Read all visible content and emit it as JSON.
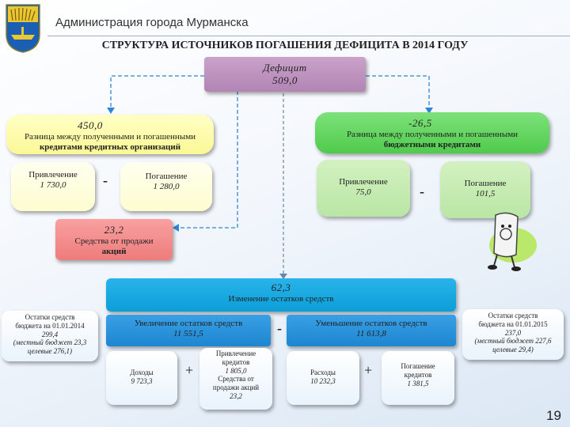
{
  "header": {
    "org": "Администрация города Мурманска"
  },
  "title": "СТРУКТУРА ИСТОЧНИКОВ ПОГАШЕНИЯ ДЕФИЦИТА В 2014 ГОДУ",
  "deficit": {
    "label": "Дефицит",
    "value": "509,0"
  },
  "credit_orgs": {
    "value": "450,0",
    "line1": "Разница между полученными и погашенными",
    "line2": "кредитами кредитных организаций"
  },
  "budget_credits": {
    "value": "-26,5",
    "line1": "Разница между полученными и погашенными",
    "line2": "бюджетными кредитами"
  },
  "credit_orgs_in": {
    "label": "Привлечение",
    "value": "1 730,0"
  },
  "credit_orgs_out": {
    "label": "Погашение",
    "value": "1 280,0"
  },
  "budget_in": {
    "label": "Привлечение",
    "value": "75,0"
  },
  "budget_out": {
    "label": "Погашение",
    "value": "101,5"
  },
  "shares": {
    "value": "23,2",
    "line1": "Средства от продажи",
    "line2": "акций"
  },
  "balance_change": {
    "value": "62,3",
    "label": "Изменение остатков средств"
  },
  "balance_start": {
    "line1": "Остатки средств",
    "line2": "бюджета на 01.01.2014",
    "value": "299,4",
    "detail1": "(местный бюджет 23,3",
    "detail2": "целевые 276,1)"
  },
  "balance_end": {
    "line1": "Остатки средств",
    "line2": "бюджета на 01.01.2015",
    "value": "237,0",
    "detail1": "(местный бюджет 227,6",
    "detail2": "целевые 29,4)"
  },
  "increase": {
    "label": "Увеличение остатков средств",
    "value": "11 551,5"
  },
  "decrease": {
    "label": "Уменьшение остатков средств",
    "value": "11 613,8"
  },
  "income": {
    "label": "Доходы",
    "value": "9 723,3"
  },
  "raise_sales": {
    "line1": "Привлечение",
    "line2": "кредитов",
    "value1": "1 805,0",
    "line3": "Средства от",
    "line4": "продажи акций",
    "value2": "23,2"
  },
  "expenses": {
    "label": "Расходы",
    "value": "10 232,3"
  },
  "repay": {
    "line1": "Погашение",
    "line2": "кредитов",
    "value": "1 381,5"
  },
  "ops": {
    "minus": "-",
    "plus": "+"
  },
  "page_number": "19"
}
